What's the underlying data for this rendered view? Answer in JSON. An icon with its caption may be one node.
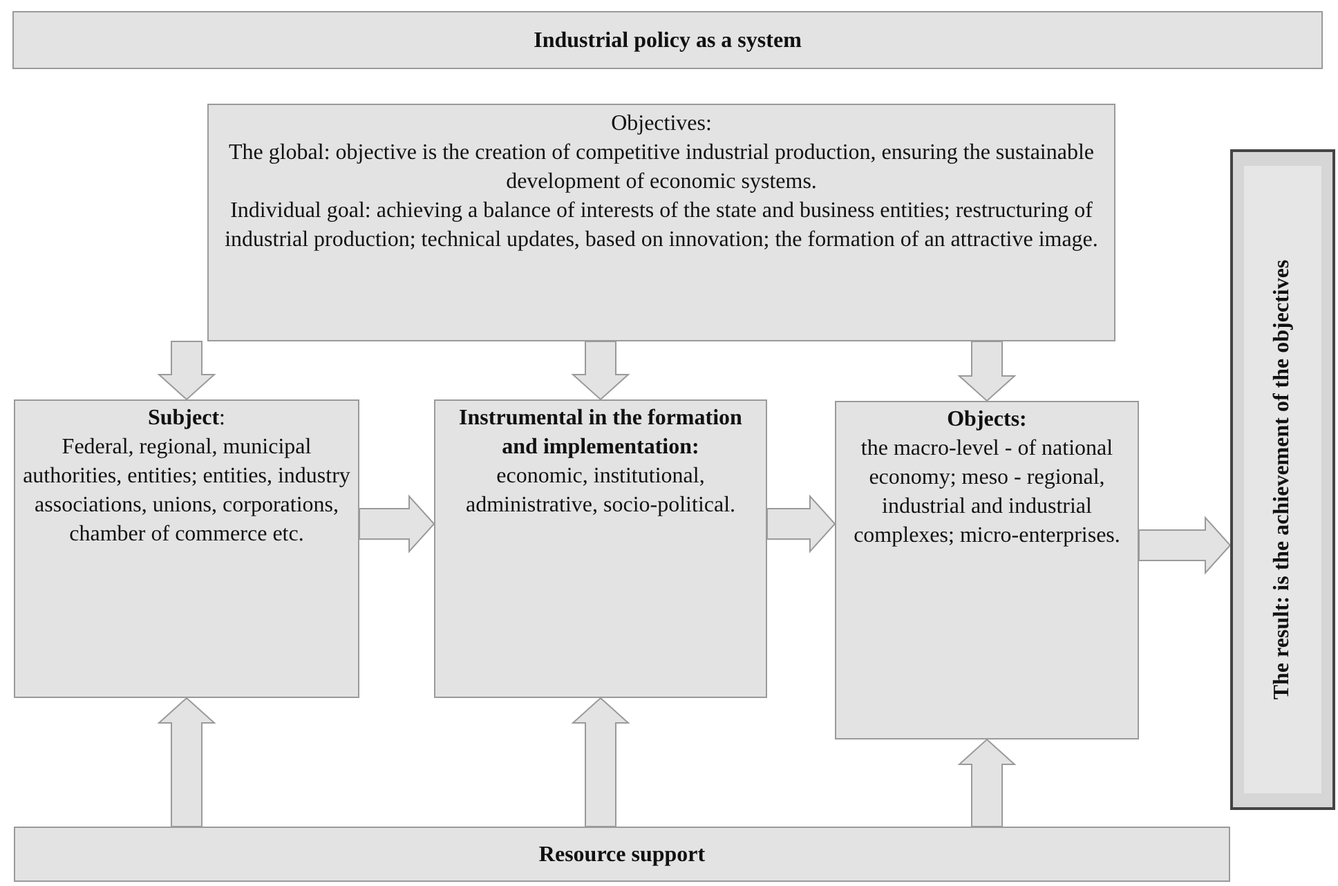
{
  "diagram": {
    "nodes": [
      {
        "text": [
          "Industrial policy as a system"
        ]
      },
      {
        "text": [
          "Objectives:",
          "The global: objective is the creation of competitive industrial production, ensuring the sustainable development of economic systems.",
          "Individual goal: achieving a balance of interests of the state and business entities; restructuring of industrial production; technical updates, based on innovation; the formation of an attractive image."
        ]
      },
      {
        "text": [
          "**Subject**:",
          "Federal, regional, municipal authorities, entities; entities, industry associations, unions, corporations, chamber of commerce etc."
        ]
      },
      {
        "text": [
          "Instrumental in the formation and implementation:",
          "economic, institutional, administrative, socio-political."
        ]
      },
      {
        "text": [
          "Objects:",
          "the macro-level - of national economy; meso - regional, industrial and industrial complexes; micro-enterprises."
        ]
      },
      {
        "text": [
          "The result: is the achievement of the objectives"
        ]
      },
      {
        "text": [
          "Resource support"
        ]
      }
    ],
    "edges": [
      {
        "from": 1,
        "to": 2,
        "arrow": "to"
      },
      {
        "from": 1,
        "to": 3,
        "arrow": "to"
      },
      {
        "from": 1,
        "to": 4,
        "arrow": "to"
      },
      {
        "from": 2,
        "to": 3,
        "arrow": "to"
      },
      {
        "from": 3,
        "to": 4,
        "arrow": "to"
      },
      {
        "from": 4,
        "to": 5,
        "arrow": "to"
      },
      {
        "from": 6,
        "to": 2,
        "arrow": "to"
      },
      {
        "from": 6,
        "to": 3,
        "arrow": "to"
      },
      {
        "from": 6,
        "to": 4,
        "arrow": "to"
      }
    ]
  }
}
